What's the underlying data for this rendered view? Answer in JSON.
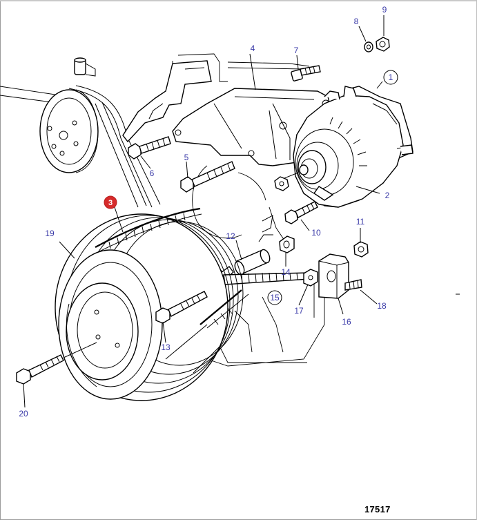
{
  "diagram": {
    "catalog_number": "17517",
    "selected_part": "3",
    "callouts": {
      "c1": "1",
      "c2": "2",
      "c3": "3",
      "c4": "4",
      "c5": "5",
      "c6": "6",
      "c7": "7",
      "c8": "8",
      "c9": "9",
      "c10": "10",
      "c11": "11",
      "c12": "12",
      "c13": "13",
      "c14": "14",
      "c15": "15",
      "c16": "16",
      "c17": "17",
      "c18": "18",
      "c19": "19",
      "c20": "20"
    },
    "colors": {
      "callout_text": "#3a3aa8",
      "selected_badge": "#d62b2b",
      "line_art": "#000000"
    }
  }
}
